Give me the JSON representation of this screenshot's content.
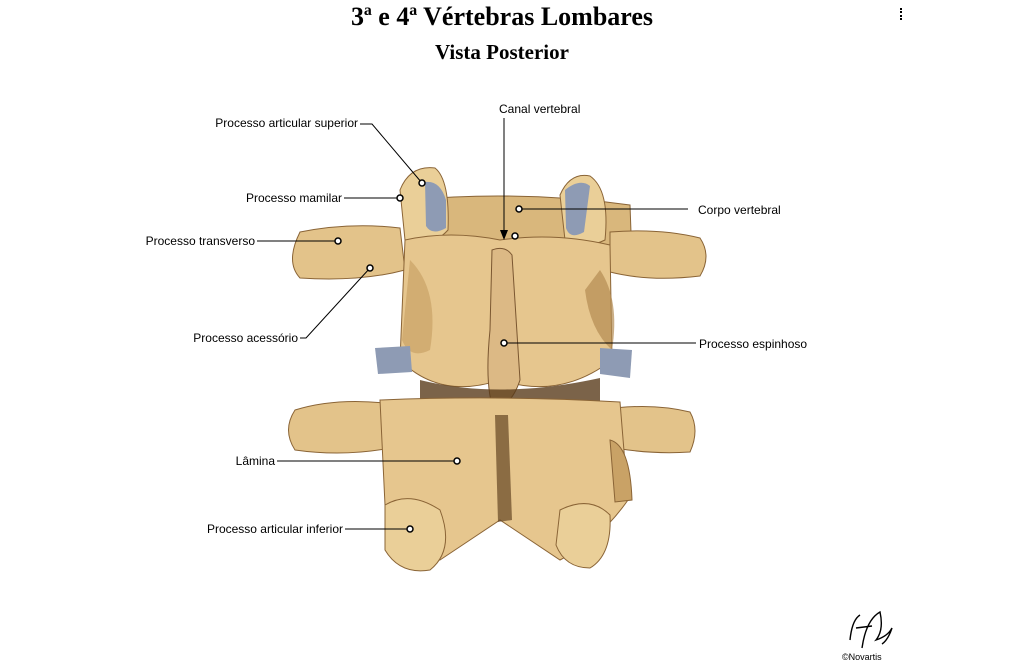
{
  "header": {
    "title": "3ª e 4ª Vértebras Lombares",
    "subtitle": "Vista Posterior"
  },
  "labels": {
    "processo_articular_superior": "Processo articular superior",
    "processo_mamilar": "Processo mamilar",
    "processo_transverso": "Processo transverso",
    "processo_acessorio": "Processo acessório",
    "lamina": "Lâmina",
    "processo_articular_inferior": "Processo articular inferior",
    "canal_vertebral": "Canal vertebral",
    "corpo_vertebral": "Corpo vertebral",
    "processo_espinhoso": "Processo espinhoso"
  },
  "footer": {
    "credit": "©Novartis"
  },
  "colors": {
    "bone": "#e3c38a",
    "bone_light": "#f1dcab",
    "bone_shadow": "#a67d45",
    "bone_dark": "#6b4a25",
    "cartilage": "#8e9bb4",
    "leader": "#000000"
  }
}
